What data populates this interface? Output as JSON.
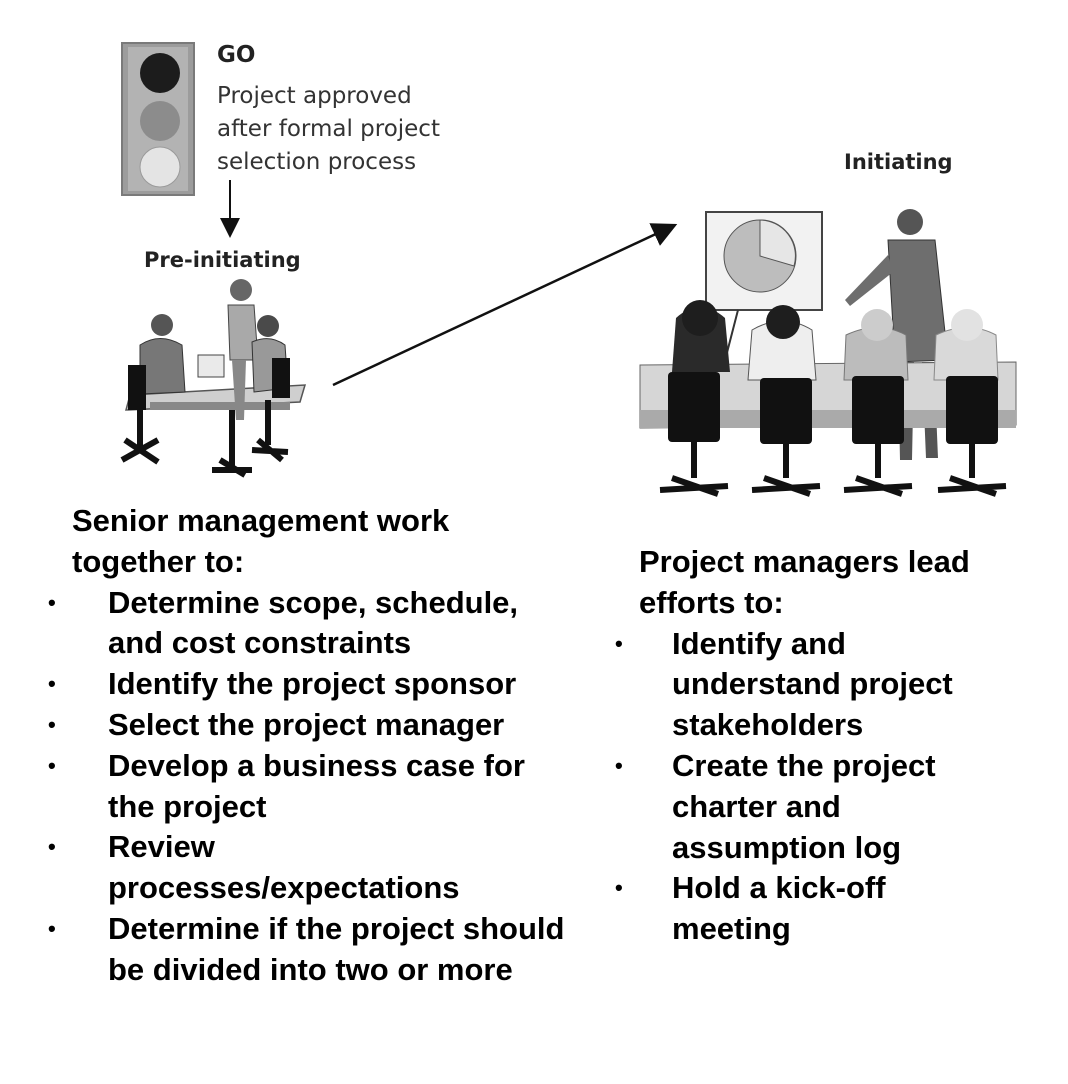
{
  "go": {
    "label": "GO",
    "description_lines": [
      "Project approved",
      "after formal project",
      "selection process"
    ]
  },
  "stages": {
    "pre_initiating": "Pre-initiating",
    "initiating": "Initiating"
  },
  "left_block": {
    "heading_lines": [
      "Senior management work",
      "together to:"
    ],
    "items": [
      [
        "Determine scope, schedule,",
        "and cost constraints"
      ],
      [
        "Identify the project sponsor"
      ],
      [
        "Select the project manager"
      ],
      [
        "Develop a business case for",
        "the project"
      ],
      [
        "Review",
        "processes/expectations"
      ],
      [
        "Determine if the project should",
        "be divided into two or more"
      ]
    ]
  },
  "right_block": {
    "heading_lines": [
      "Project managers lead",
      "efforts to:"
    ],
    "items": [
      [
        "Identify and",
        "understand project",
        "stakeholders"
      ],
      [
        "Create the project",
        "charter and",
        "assumption log"
      ],
      [
        "Hold a kick-off",
        "meeting"
      ]
    ]
  },
  "bullet_char": "•",
  "colors": {
    "text": "#000000",
    "illustration_gray": "#8a8a8a",
    "illustration_dark": "#2a2a2a"
  }
}
